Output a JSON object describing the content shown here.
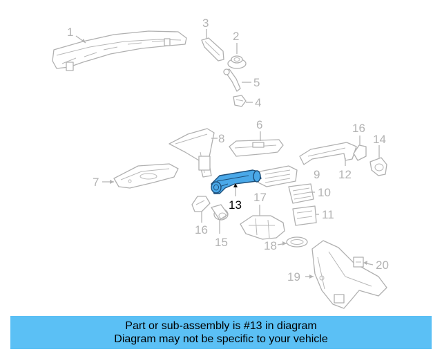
{
  "callouts": [
    {
      "id": "1",
      "label": "1"
    },
    {
      "id": "2",
      "label": "2"
    },
    {
      "id": "3",
      "label": "3"
    },
    {
      "id": "4",
      "label": "4"
    },
    {
      "id": "5",
      "label": "5"
    },
    {
      "id": "6",
      "label": "6"
    },
    {
      "id": "7",
      "label": "7"
    },
    {
      "id": "8",
      "label": "8"
    },
    {
      "id": "9",
      "label": "9"
    },
    {
      "id": "10",
      "label": "10"
    },
    {
      "id": "11",
      "label": "11"
    },
    {
      "id": "12",
      "label": "12"
    },
    {
      "id": "13",
      "label": "13"
    },
    {
      "id": "14",
      "label": "14"
    },
    {
      "id": "15",
      "label": "15"
    },
    {
      "id": "16a",
      "label": "16"
    },
    {
      "id": "16b",
      "label": "16"
    },
    {
      "id": "17",
      "label": "17"
    },
    {
      "id": "18",
      "label": "18"
    },
    {
      "id": "19",
      "label": "19"
    },
    {
      "id": "20",
      "label": "20"
    }
  ],
  "highlighted_part": "13",
  "colors": {
    "highlight_fill": "#4aa8e8",
    "highlight_outline": "#1d4f7a",
    "part_outline": "#b0b0b0",
    "label_gray": "#b3b3b3",
    "banner_bg": "#5bc0f5"
  },
  "banner": {
    "line1": "Part or sub-assembly is #13 in diagram",
    "line2": "Diagram may not be specific to your vehicle"
  }
}
